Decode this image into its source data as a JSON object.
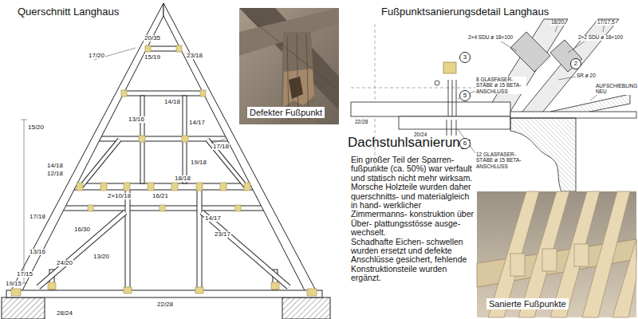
{
  "diagram": {
    "title": "Dachstuhlsanierung:",
    "nodes": [
      {
        "text": [
          "Defekter Fußpunkt"
        ]
      },
      {
        "text": [
          "3"
        ]
      },
      {
        "text": [
          "2"
        ]
      },
      {
        "text": [
          "5"
        ]
      },
      {
        "text": [
          "6"
        ]
      },
      {
        "text": [
          "Sanierte Fußpunkte"
        ]
      }
    ],
    "labels": [
      "Querschnitt Langhaus",
      "Fußpunktsanierungsdetail Langhaus",
      "Ein großer Teil der Sparren- fußpunkte (ca. 50%) war verfault und statisch nicht mehr wirksam.",
      "Morsche Holzteile wurden daher querschnitts- und materialgleich in hand- werklicher Zimmermanns- konstruktion über Über- plattungsstösse ausge- wechselt.",
      "Schadhafte Eichen- schwellen wurden ersetzt und defekte Anschlüsse gesichert, fehlende Konstruktionsteile wurden ergänzt.",
      "20/35",
      "17/20",
      "15/19",
      "23/18",
      "14/18",
      "13/16",
      "14/17",
      "17/18",
      "15/20",
      "14/18",
      "12/18",
      "17/18",
      "13/16",
      "17/15",
      "19/15",
      "2×10/18",
      "16/21",
      "18/18",
      "19/18",
      "14/17",
      "23/17",
      "16/30",
      "13/20",
      "24/20",
      "22/28",
      "28/24",
      "18/20",
      "17/17,5",
      "2×2 SDU ø 18×100",
      "2×4 SDU ø 18×100",
      "SR ø 20",
      "8 GLASFASER- STÄBE ø 15 BETA-ANSCHLUSS",
      "AUFSCHIEBLING NEU",
      "22/28",
      "20/24",
      "12 GLASFASER- STÄBE ø 15 BETA-ANSCHLUSS"
    ]
  }
}
